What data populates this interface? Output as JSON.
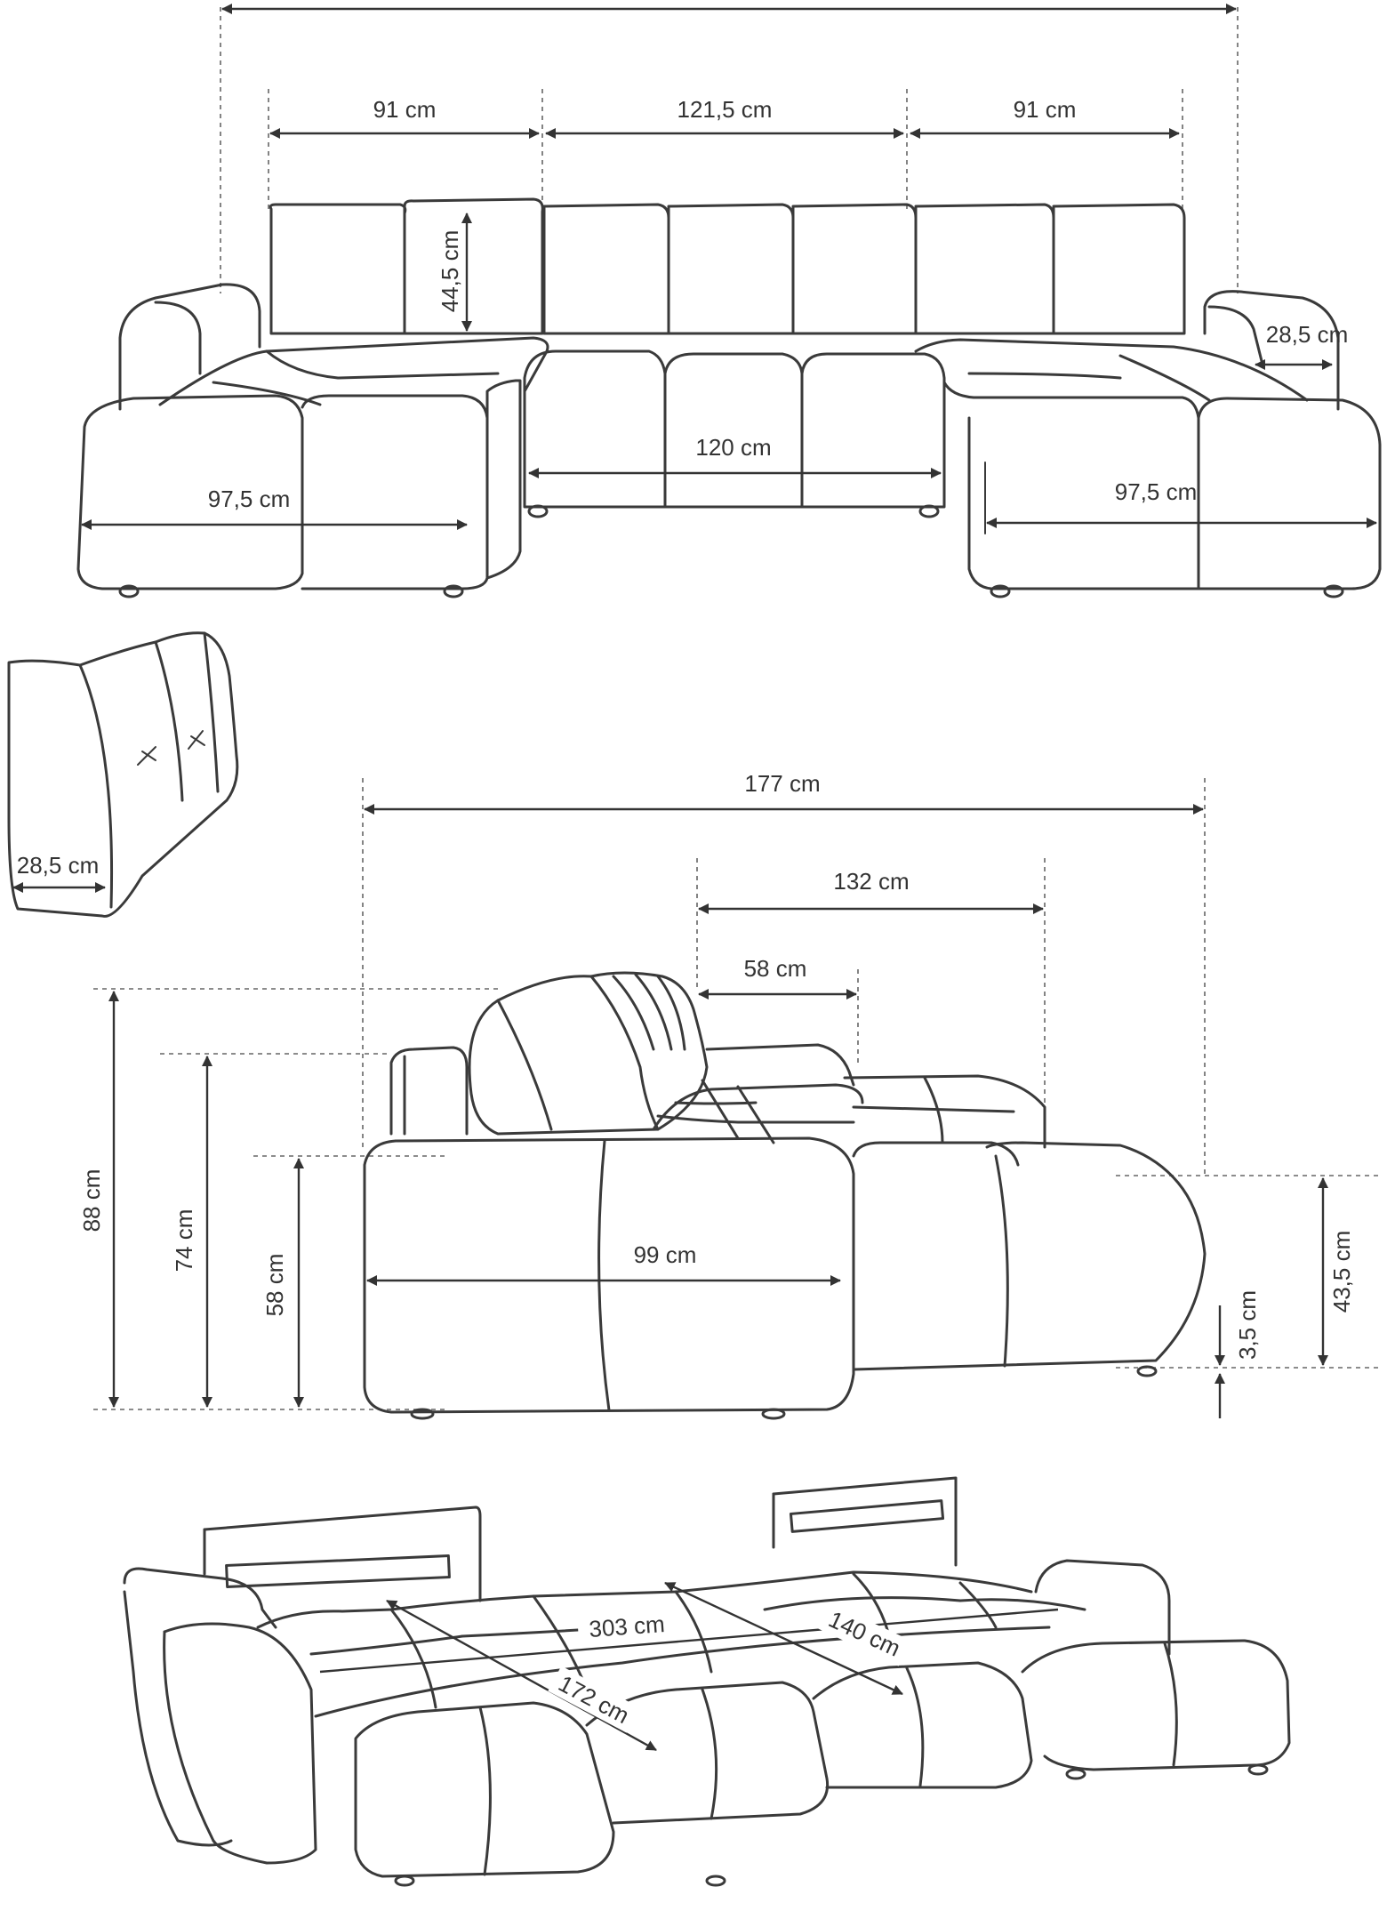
{
  "colors": {
    "line": "#3a3a3a",
    "background": "#ffffff"
  },
  "top_view": {
    "left_section": "91 cm",
    "middle_section": "121,5 cm",
    "right_section": "91 cm",
    "cushion_height": "44,5 cm",
    "armrest_width": "28,5 cm",
    "middle_seat_width": "120 cm",
    "left_chaise_width": "97,5 cm",
    "right_chaise_width": "97,5 cm"
  },
  "cushion_detail": {
    "depth": "28,5 cm"
  },
  "side_view": {
    "total_depth": "177 cm",
    "chaise_depth": "132 cm",
    "seat_depth": "58 cm",
    "total_height": "88 cm",
    "back_height": "74 cm",
    "seat_height": "58 cm",
    "module_depth": "99 cm",
    "chaise_height": "43,5 cm",
    "leg_height": "3,5 cm"
  },
  "bed_view": {
    "bed_length": "303 cm",
    "bed_width_left": "172 cm",
    "bed_width_right": "140 cm"
  }
}
